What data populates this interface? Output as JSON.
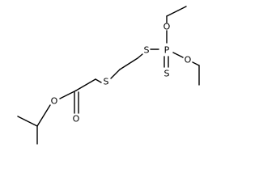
{
  "atoms": {
    "s_thioether": "S",
    "s_thiophosphate": "S",
    "p": "P",
    "o_ethoxy_upper": "O",
    "o_ethoxy_right": "O",
    "s_thiono": "S",
    "o_ester": "O",
    "o_carbonyl": "O"
  }
}
